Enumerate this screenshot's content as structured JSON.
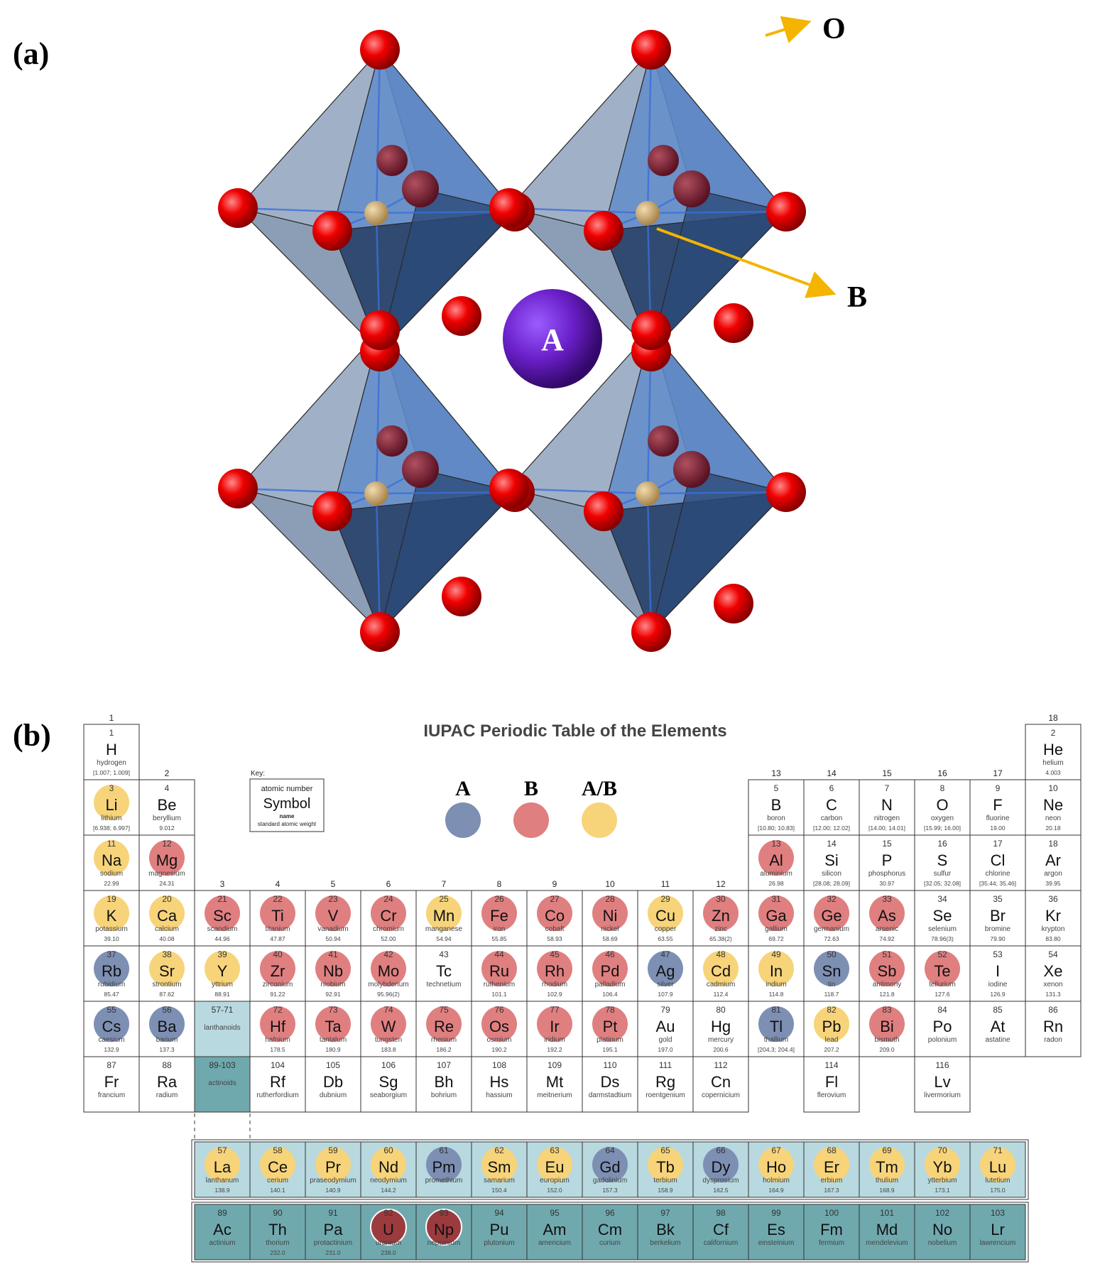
{
  "labels": {
    "panel_a": "(a)",
    "panel_b": "(b)"
  },
  "structure": {
    "oxygen_label": "O",
    "b_site_label": "B",
    "a_site_label": "A"
  },
  "table": {
    "title": "IUPAC Periodic Table of the Elements",
    "key": {
      "line1": "Key:",
      "atomic_number": "atomic number",
      "symbol": "Symbol",
      "name": "name",
      "weight": "standard atomic weight"
    },
    "legend": [
      {
        "label": "A",
        "color": "#7d8fb3"
      },
      {
        "label": "B",
        "color": "#e07f80"
      },
      {
        "label": "A/B",
        "color": "#f7d47a"
      }
    ],
    "groups": [
      "1",
      "2",
      "3",
      "4",
      "5",
      "6",
      "7",
      "8",
      "9",
      "10",
      "11",
      "12",
      "13",
      "14",
      "15",
      "16",
      "17",
      "18"
    ],
    "lanthanoid_placeholder": {
      "range": "57-71",
      "name": "lanthanoids"
    },
    "actinoid_placeholder": {
      "range": "89-103",
      "name": "actinoids"
    },
    "elements": [
      {
        "n": "1",
        "s": "H",
        "name": "hydrogen",
        "w": "[1.007; 1.009]",
        "r": 1,
        "c": 1,
        "cls": ""
      },
      {
        "n": "2",
        "s": "He",
        "name": "helium",
        "w": "4.003",
        "r": 1,
        "c": 18,
        "cls": ""
      },
      {
        "n": "3",
        "s": "Li",
        "name": "lithium",
        "w": "[6.938; 6.997]",
        "r": 2,
        "c": 1,
        "cls": "AB"
      },
      {
        "n": "4",
        "s": "Be",
        "name": "beryllium",
        "w": "9.012",
        "r": 2,
        "c": 2,
        "cls": ""
      },
      {
        "n": "5",
        "s": "B",
        "name": "boron",
        "w": "[10.80; 10.83]",
        "r": 2,
        "c": 13,
        "cls": ""
      },
      {
        "n": "6",
        "s": "C",
        "name": "carbon",
        "w": "[12.00; 12.02]",
        "r": 2,
        "c": 14,
        "cls": ""
      },
      {
        "n": "7",
        "s": "N",
        "name": "nitrogen",
        "w": "[14.00; 14.01]",
        "r": 2,
        "c": 15,
        "cls": ""
      },
      {
        "n": "8",
        "s": "O",
        "name": "oxygen",
        "w": "[15.99; 16.00]",
        "r": 2,
        "c": 16,
        "cls": ""
      },
      {
        "n": "9",
        "s": "F",
        "name": "fluorine",
        "w": "19.00",
        "r": 2,
        "c": 17,
        "cls": ""
      },
      {
        "n": "10",
        "s": "Ne",
        "name": "neon",
        "w": "20.18",
        "r": 2,
        "c": 18,
        "cls": ""
      },
      {
        "n": "11",
        "s": "Na",
        "name": "sodium",
        "w": "22.99",
        "r": 3,
        "c": 1,
        "cls": "AB"
      },
      {
        "n": "12",
        "s": "Mg",
        "name": "magnesium",
        "w": "24.31",
        "r": 3,
        "c": 2,
        "cls": "B"
      },
      {
        "n": "13",
        "s": "Al",
        "name": "aluminium",
        "w": "26.98",
        "r": 3,
        "c": 13,
        "cls": "B"
      },
      {
        "n": "14",
        "s": "Si",
        "name": "silicon",
        "w": "[28.08; 28.09]",
        "r": 3,
        "c": 14,
        "cls": ""
      },
      {
        "n": "15",
        "s": "P",
        "name": "phosphorus",
        "w": "30.97",
        "r": 3,
        "c": 15,
        "cls": ""
      },
      {
        "n": "16",
        "s": "S",
        "name": "sulfur",
        "w": "[32.05; 32.08]",
        "r": 3,
        "c": 16,
        "cls": ""
      },
      {
        "n": "17",
        "s": "Cl",
        "name": "chlorine",
        "w": "[35.44; 35.46]",
        "r": 3,
        "c": 17,
        "cls": ""
      },
      {
        "n": "18",
        "s": "Ar",
        "name": "argon",
        "w": "39.95",
        "r": 3,
        "c": 18,
        "cls": ""
      },
      {
        "n": "19",
        "s": "K",
        "name": "potassium",
        "w": "39.10",
        "r": 4,
        "c": 1,
        "cls": "AB"
      },
      {
        "n": "20",
        "s": "Ca",
        "name": "calcium",
        "w": "40.08",
        "r": 4,
        "c": 2,
        "cls": "AB"
      },
      {
        "n": "21",
        "s": "Sc",
        "name": "scandium",
        "w": "44.96",
        "r": 4,
        "c": 3,
        "cls": "B"
      },
      {
        "n": "22",
        "s": "Ti",
        "name": "titanium",
        "w": "47.87",
        "r": 4,
        "c": 4,
        "cls": "B"
      },
      {
        "n": "23",
        "s": "V",
        "name": "vanadium",
        "w": "50.94",
        "r": 4,
        "c": 5,
        "cls": "B"
      },
      {
        "n": "24",
        "s": "Cr",
        "name": "chromium",
        "w": "52.00",
        "r": 4,
        "c": 6,
        "cls": "B"
      },
      {
        "n": "25",
        "s": "Mn",
        "name": "manganese",
        "w": "54.94",
        "r": 4,
        "c": 7,
        "cls": "AB"
      },
      {
        "n": "26",
        "s": "Fe",
        "name": "iron",
        "w": "55.85",
        "r": 4,
        "c": 8,
        "cls": "B"
      },
      {
        "n": "27",
        "s": "Co",
        "name": "cobalt",
        "w": "58.93",
        "r": 4,
        "c": 9,
        "cls": "B"
      },
      {
        "n": "28",
        "s": "Ni",
        "name": "nickel",
        "w": "58.69",
        "r": 4,
        "c": 10,
        "cls": "B"
      },
      {
        "n": "29",
        "s": "Cu",
        "name": "copper",
        "w": "63.55",
        "r": 4,
        "c": 11,
        "cls": "AB"
      },
      {
        "n": "30",
        "s": "Zn",
        "name": "zinc",
        "w": "65.38(2)",
        "r": 4,
        "c": 12,
        "cls": "B"
      },
      {
        "n": "31",
        "s": "Ga",
        "name": "gallium",
        "w": "69.72",
        "r": 4,
        "c": 13,
        "cls": "B"
      },
      {
        "n": "32",
        "s": "Ge",
        "name": "germanium",
        "w": "72.63",
        "r": 4,
        "c": 14,
        "cls": "B"
      },
      {
        "n": "33",
        "s": "As",
        "name": "arsenic",
        "w": "74.92",
        "r": 4,
        "c": 15,
        "cls": "B"
      },
      {
        "n": "34",
        "s": "Se",
        "name": "selenium",
        "w": "78.96(3)",
        "r": 4,
        "c": 16,
        "cls": ""
      },
      {
        "n": "35",
        "s": "Br",
        "name": "bromine",
        "w": "79.90",
        "r": 4,
        "c": 17,
        "cls": ""
      },
      {
        "n": "36",
        "s": "Kr",
        "name": "krypton",
        "w": "83.80",
        "r": 4,
        "c": 18,
        "cls": ""
      },
      {
        "n": "37",
        "s": "Rb",
        "name": "rubidium",
        "w": "85.47",
        "r": 5,
        "c": 1,
        "cls": "A"
      },
      {
        "n": "38",
        "s": "Sr",
        "name": "strontium",
        "w": "87.62",
        "r": 5,
        "c": 2,
        "cls": "AB"
      },
      {
        "n": "39",
        "s": "Y",
        "name": "yttrium",
        "w": "88.91",
        "r": 5,
        "c": 3,
        "cls": "AB"
      },
      {
        "n": "40",
        "s": "Zr",
        "name": "zirconium",
        "w": "91.22",
        "r": 5,
        "c": 4,
        "cls": "B"
      },
      {
        "n": "41",
        "s": "Nb",
        "name": "niobium",
        "w": "92.91",
        "r": 5,
        "c": 5,
        "cls": "B"
      },
      {
        "n": "42",
        "s": "Mo",
        "name": "molybdenum",
        "w": "95.96(2)",
        "r": 5,
        "c": 6,
        "cls": "B"
      },
      {
        "n": "43",
        "s": "Tc",
        "name": "technetium",
        "w": "",
        "r": 5,
        "c": 7,
        "cls": ""
      },
      {
        "n": "44",
        "s": "Ru",
        "name": "ruthenium",
        "w": "101.1",
        "r": 5,
        "c": 8,
        "cls": "B"
      },
      {
        "n": "45",
        "s": "Rh",
        "name": "rhodium",
        "w": "102.9",
        "r": 5,
        "c": 9,
        "cls": "B"
      },
      {
        "n": "46",
        "s": "Pd",
        "name": "palladium",
        "w": "106.4",
        "r": 5,
        "c": 10,
        "cls": "B"
      },
      {
        "n": "47",
        "s": "Ag",
        "name": "silver",
        "w": "107.9",
        "r": 5,
        "c": 11,
        "cls": "A"
      },
      {
        "n": "48",
        "s": "Cd",
        "name": "cadmium",
        "w": "112.4",
        "r": 5,
        "c": 12,
        "cls": "AB"
      },
      {
        "n": "49",
        "s": "In",
        "name": "indium",
        "w": "114.8",
        "r": 5,
        "c": 13,
        "cls": "AB"
      },
      {
        "n": "50",
        "s": "Sn",
        "name": "tin",
        "w": "118.7",
        "r": 5,
        "c": 14,
        "cls": "A"
      },
      {
        "n": "51",
        "s": "Sb",
        "name": "antimony",
        "w": "121.8",
        "r": 5,
        "c": 15,
        "cls": "B"
      },
      {
        "n": "52",
        "s": "Te",
        "name": "tellurium",
        "w": "127.6",
        "r": 5,
        "c": 16,
        "cls": "B"
      },
      {
        "n": "53",
        "s": "I",
        "name": "iodine",
        "w": "126.9",
        "r": 5,
        "c": 17,
        "cls": ""
      },
      {
        "n": "54",
        "s": "Xe",
        "name": "xenon",
        "w": "131.3",
        "r": 5,
        "c": 18,
        "cls": ""
      },
      {
        "n": "55",
        "s": "Cs",
        "name": "caesium",
        "w": "132.9",
        "r": 6,
        "c": 1,
        "cls": "A"
      },
      {
        "n": "56",
        "s": "Ba",
        "name": "barium",
        "w": "137.3",
        "r": 6,
        "c": 2,
        "cls": "A"
      },
      {
        "n": "72",
        "s": "Hf",
        "name": "hafnium",
        "w": "178.5",
        "r": 6,
        "c": 4,
        "cls": "B"
      },
      {
        "n": "73",
        "s": "Ta",
        "name": "tantalum",
        "w": "180.9",
        "r": 6,
        "c": 5,
        "cls": "B"
      },
      {
        "n": "74",
        "s": "W",
        "name": "tungsten",
        "w": "183.8",
        "r": 6,
        "c": 6,
        "cls": "B"
      },
      {
        "n": "75",
        "s": "Re",
        "name": "rhenium",
        "w": "186.2",
        "r": 6,
        "c": 7,
        "cls": "B"
      },
      {
        "n": "76",
        "s": "Os",
        "name": "osmium",
        "w": "190.2",
        "r": 6,
        "c": 8,
        "cls": "B"
      },
      {
        "n": "77",
        "s": "Ir",
        "name": "iridium",
        "w": "192.2",
        "r": 6,
        "c": 9,
        "cls": "B"
      },
      {
        "n": "78",
        "s": "Pt",
        "name": "platinum",
        "w": "195.1",
        "r": 6,
        "c": 10,
        "cls": "B"
      },
      {
        "n": "79",
        "s": "Au",
        "name": "gold",
        "w": "197.0",
        "r": 6,
        "c": 11,
        "cls": ""
      },
      {
        "n": "80",
        "s": "Hg",
        "name": "mercury",
        "w": "200.6",
        "r": 6,
        "c": 12,
        "cls": ""
      },
      {
        "n": "81",
        "s": "Tl",
        "name": "thallium",
        "w": "[204.3; 204.4]",
        "r": 6,
        "c": 13,
        "cls": "A"
      },
      {
        "n": "82",
        "s": "Pb",
        "name": "lead",
        "w": "207.2",
        "r": 6,
        "c": 14,
        "cls": "AB"
      },
      {
        "n": "83",
        "s": "Bi",
        "name": "bismuth",
        "w": "209.0",
        "r": 6,
        "c": 15,
        "cls": "B"
      },
      {
        "n": "84",
        "s": "Po",
        "name": "polonium",
        "w": "",
        "r": 6,
        "c": 16,
        "cls": ""
      },
      {
        "n": "85",
        "s": "At",
        "name": "astatine",
        "w": "",
        "r": 6,
        "c": 17,
        "cls": ""
      },
      {
        "n": "86",
        "s": "Rn",
        "name": "radon",
        "w": "",
        "r": 6,
        "c": 18,
        "cls": ""
      },
      {
        "n": "87",
        "s": "Fr",
        "name": "francium",
        "w": "",
        "r": 7,
        "c": 1,
        "cls": ""
      },
      {
        "n": "88",
        "s": "Ra",
        "name": "radium",
        "w": "",
        "r": 7,
        "c": 2,
        "cls": ""
      },
      {
        "n": "104",
        "s": "Rf",
        "name": "rutherfordium",
        "w": "",
        "r": 7,
        "c": 4,
        "cls": ""
      },
      {
        "n": "105",
        "s": "Db",
        "name": "dubnium",
        "w": "",
        "r": 7,
        "c": 5,
        "cls": ""
      },
      {
        "n": "106",
        "s": "Sg",
        "name": "seaborgium",
        "w": "",
        "r": 7,
        "c": 6,
        "cls": ""
      },
      {
        "n": "107",
        "s": "Bh",
        "name": "bohrium",
        "w": "",
        "r": 7,
        "c": 7,
        "cls": ""
      },
      {
        "n": "108",
        "s": "Hs",
        "name": "hassium",
        "w": "",
        "r": 7,
        "c": 8,
        "cls": ""
      },
      {
        "n": "109",
        "s": "Mt",
        "name": "meitnerium",
        "w": "",
        "r": 7,
        "c": 9,
        "cls": ""
      },
      {
        "n": "110",
        "s": "Ds",
        "name": "darmstadtium",
        "w": "",
        "r": 7,
        "c": 10,
        "cls": ""
      },
      {
        "n": "111",
        "s": "Rg",
        "name": "roentgenium",
        "w": "",
        "r": 7,
        "c": 11,
        "cls": ""
      },
      {
        "n": "112",
        "s": "Cn",
        "name": "copernicium",
        "w": "",
        "r": 7,
        "c": 12,
        "cls": ""
      },
      {
        "n": "114",
        "s": "Fl",
        "name": "flerovium",
        "w": "",
        "r": 7,
        "c": 14,
        "cls": ""
      },
      {
        "n": "116",
        "s": "Lv",
        "name": "livermorium",
        "w": "",
        "r": 7,
        "c": 16,
        "cls": ""
      },
      {
        "n": "57",
        "s": "La",
        "name": "lanthanum",
        "w": "138.9",
        "r": 8,
        "c": 3,
        "cls": "AB"
      },
      {
        "n": "58",
        "s": "Ce",
        "name": "cerium",
        "w": "140.1",
        "r": 8,
        "c": 4,
        "cls": "AB"
      },
      {
        "n": "59",
        "s": "Pr",
        "name": "praseodymium",
        "w": "140.9",
        "r": 8,
        "c": 5,
        "cls": "AB"
      },
      {
        "n": "60",
        "s": "Nd",
        "name": "neodymium",
        "w": "144.2",
        "r": 8,
        "c": 6,
        "cls": "AB"
      },
      {
        "n": "61",
        "s": "Pm",
        "name": "promethium",
        "w": "",
        "r": 8,
        "c": 7,
        "cls": "A"
      },
      {
        "n": "62",
        "s": "Sm",
        "name": "samarium",
        "w": "150.4",
        "r": 8,
        "c": 8,
        "cls": "AB"
      },
      {
        "n": "63",
        "s": "Eu",
        "name": "europium",
        "w": "152.0",
        "r": 8,
        "c": 9,
        "cls": "AB"
      },
      {
        "n": "64",
        "s": "Gd",
        "name": "gadolinium",
        "w": "157.3",
        "r": 8,
        "c": 10,
        "cls": "A"
      },
      {
        "n": "65",
        "s": "Tb",
        "name": "terbium",
        "w": "158.9",
        "r": 8,
        "c": 11,
        "cls": "AB"
      },
      {
        "n": "66",
        "s": "Dy",
        "name": "dysprosium",
        "w": "162.5",
        "r": 8,
        "c": 12,
        "cls": "A"
      },
      {
        "n": "67",
        "s": "Ho",
        "name": "holmium",
        "w": "164.9",
        "r": 8,
        "c": 13,
        "cls": "AB"
      },
      {
        "n": "68",
        "s": "Er",
        "name": "erbium",
        "w": "167.3",
        "r": 8,
        "c": 14,
        "cls": "AB"
      },
      {
        "n": "69",
        "s": "Tm",
        "name": "thulium",
        "w": "168.9",
        "r": 8,
        "c": 15,
        "cls": "AB"
      },
      {
        "n": "70",
        "s": "Yb",
        "name": "ytterbium",
        "w": "173.1",
        "r": 8,
        "c": 16,
        "cls": "AB"
      },
      {
        "n": "71",
        "s": "Lu",
        "name": "lutetium",
        "w": "175.0",
        "r": 8,
        "c": 17,
        "cls": "AB"
      },
      {
        "n": "89",
        "s": "Ac",
        "name": "actinium",
        "w": "",
        "r": 9,
        "c": 3,
        "cls": ""
      },
      {
        "n": "90",
        "s": "Th",
        "name": "thorium",
        "w": "232.0",
        "r": 9,
        "c": 4,
        "cls": ""
      },
      {
        "n": "91",
        "s": "Pa",
        "name": "protactinium",
        "w": "231.0",
        "r": 9,
        "c": 5,
        "cls": ""
      },
      {
        "n": "92",
        "s": "U",
        "name": "uranium",
        "w": "238.0",
        "r": 9,
        "c": 6,
        "cls": "Bdark"
      },
      {
        "n": "93",
        "s": "Np",
        "name": "neptunium",
        "w": "",
        "r": 9,
        "c": 7,
        "cls": "Bdark"
      },
      {
        "n": "94",
        "s": "Pu",
        "name": "plutonium",
        "w": "",
        "r": 9,
        "c": 8,
        "cls": ""
      },
      {
        "n": "95",
        "s": "Am",
        "name": "americium",
        "w": "",
        "r": 9,
        "c": 9,
        "cls": ""
      },
      {
        "n": "96",
        "s": "Cm",
        "name": "curium",
        "w": "",
        "r": 9,
        "c": 10,
        "cls": ""
      },
      {
        "n": "97",
        "s": "Bk",
        "name": "berkelium",
        "w": "",
        "r": 9,
        "c": 11,
        "cls": ""
      },
      {
        "n": "98",
        "s": "Cf",
        "name": "californium",
        "w": "",
        "r": 9,
        "c": 12,
        "cls": ""
      },
      {
        "n": "99",
        "s": "Es",
        "name": "einsteinium",
        "w": "",
        "r": 9,
        "c": 13,
        "cls": ""
      },
      {
        "n": "100",
        "s": "Fm",
        "name": "fermium",
        "w": "",
        "r": 9,
        "c": 14,
        "cls": ""
      },
      {
        "n": "101",
        "s": "Md",
        "name": "mendelevium",
        "w": "",
        "r": 9,
        "c": 15,
        "cls": ""
      },
      {
        "n": "102",
        "s": "No",
        "name": "nobelium",
        "w": "",
        "r": 9,
        "c": 16,
        "cls": ""
      },
      {
        "n": "103",
        "s": "Lr",
        "name": "lawrencium",
        "w": "",
        "r": 9,
        "c": 17,
        "cls": ""
      }
    ]
  },
  "colors": {
    "A": "#7d8fb3",
    "B": "#e07f80",
    "AB": "#f7d47a",
    "oxygen": "#e00000",
    "a_site": "#6a1fc8",
    "b_site": "#c9a66b",
    "octa_light": "#6f93c8",
    "octa_dark": "#1f3b66",
    "arrow": "#f4b400",
    "lanthanoid_fill": "#b8d9df",
    "actinoid_fill": "#6fa9ae"
  }
}
